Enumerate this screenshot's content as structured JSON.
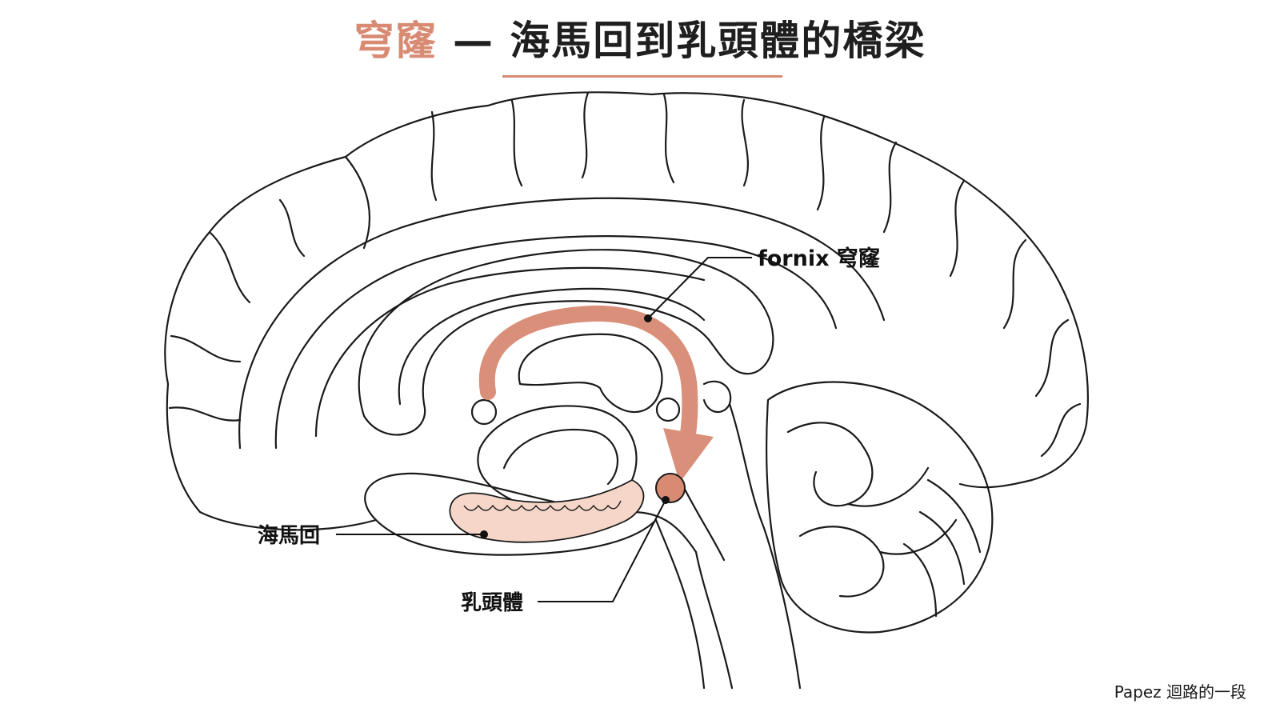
{
  "title": {
    "accent": "穹窿",
    "dash": " — ",
    "rest": "海馬回到乳頭體的橋梁"
  },
  "labels": {
    "fornix": "fornix 穹窿",
    "hippocampus": "海馬回",
    "mammillary": "乳頭體"
  },
  "caption": "Papez 迴路的一段",
  "colors": {
    "accent": "#d88a72",
    "hippocampus_fill": "#f5d6c8",
    "outline": "#1a1a1a"
  }
}
